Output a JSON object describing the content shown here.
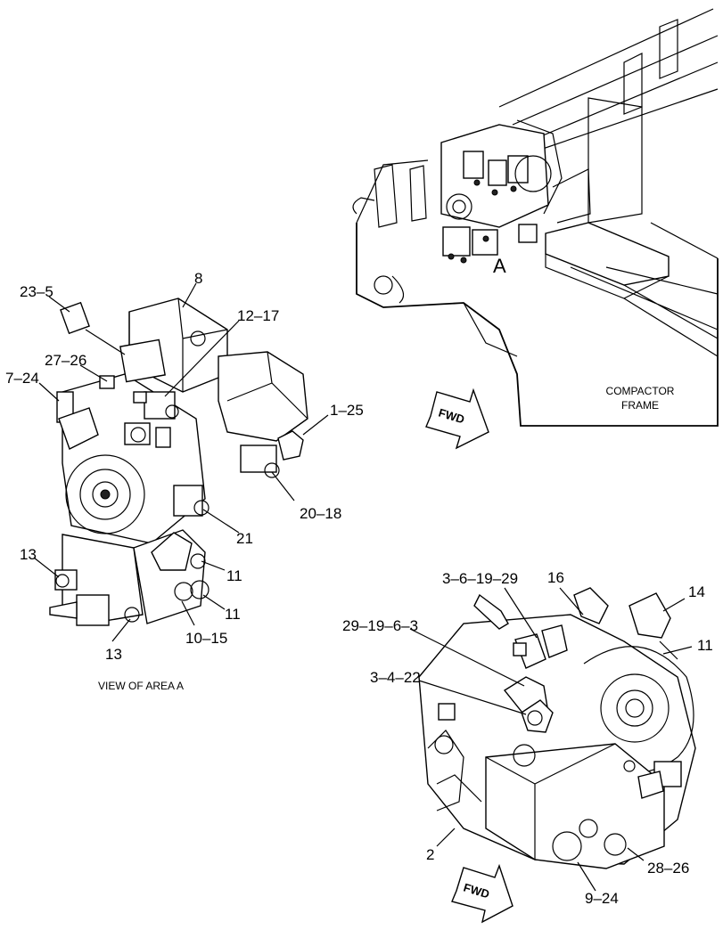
{
  "figure": {
    "view_caption": "VIEW OF AREA A",
    "area_marker": "A",
    "frame_label_line1": "COMPACTOR",
    "frame_label_line2": "FRAME",
    "direction_arrows": [
      "FWD",
      "FWD"
    ]
  },
  "callouts_top_view": [
    {
      "id": "c-23-5",
      "text": "23–5"
    },
    {
      "id": "c-8",
      "text": "8"
    },
    {
      "id": "c-12-17",
      "text": "12–17"
    },
    {
      "id": "c-27-26",
      "text": "27–26"
    },
    {
      "id": "c-7-24",
      "text": "7–24"
    },
    {
      "id": "c-1-25",
      "text": "1–25"
    },
    {
      "id": "c-20-18",
      "text": "20–18"
    },
    {
      "id": "c-21",
      "text": "21"
    },
    {
      "id": "c-13a",
      "text": "13"
    },
    {
      "id": "c-11a",
      "text": "11"
    },
    {
      "id": "c-11b",
      "text": "11"
    },
    {
      "id": "c-10-15",
      "text": "10–15"
    },
    {
      "id": "c-13b",
      "text": "13"
    }
  ],
  "callouts_bottom_view": [
    {
      "id": "c-3-6-19-29",
      "text": "3–6–19–29"
    },
    {
      "id": "c-16",
      "text": "16"
    },
    {
      "id": "c-14",
      "text": "14"
    },
    {
      "id": "c-29-19-6-3",
      "text": "29–19–6–3"
    },
    {
      "id": "c-11c",
      "text": "11"
    },
    {
      "id": "c-3-4-22",
      "text": "3–4–22"
    },
    {
      "id": "c-2",
      "text": "2"
    },
    {
      "id": "c-28-26",
      "text": "28–26"
    },
    {
      "id": "c-9-24",
      "text": "9–24"
    }
  ]
}
